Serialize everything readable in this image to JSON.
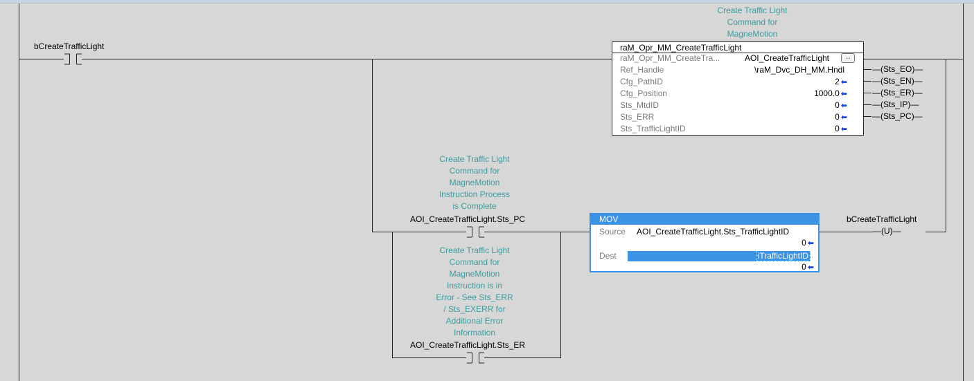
{
  "rung": {
    "contact_main": {
      "tag": "bCreateTrafficLight"
    },
    "aoi": {
      "comment": [
        "Create Traffic Light",
        "Command for",
        "MagneMotion"
      ],
      "instruction": "raM_Opr_MM_CreateTrafficLight",
      "rows": [
        {
          "label": "raM_Opr_MM_CreateTra...",
          "value": "AOI_CreateTrafficLight",
          "arrow": ""
        },
        {
          "label": "Ref_Handle",
          "value": "\\raM_Dvc_DH_MM.Hndl",
          "arrow": ""
        },
        {
          "label": "Cfg_PathID",
          "value": "2",
          "arrow": "⬅"
        },
        {
          "label": "Cfg_Position",
          "value": "1000.0",
          "arrow": "⬅"
        },
        {
          "label": "Sts_MtdID",
          "value": "0",
          "arrow": "⬅"
        },
        {
          "label": "Sts_ERR",
          "value": "0",
          "arrow": "⬅"
        },
        {
          "label": "Sts_TrafficLightID",
          "value": "0",
          "arrow": "⬅"
        }
      ],
      "ellipsis": "...",
      "outputs": [
        "Sts_EO",
        "Sts_EN",
        "Sts_ER",
        "Sts_IP",
        "Sts_PC"
      ]
    },
    "branch_pc": {
      "comment": [
        "Create Traffic Light",
        "Command for",
        "MagneMotion",
        "Instruction Process",
        "is Complete"
      ],
      "tag": "AOI_CreateTrafficLight.Sts_PC"
    },
    "branch_er": {
      "comment": [
        "Create Traffic Light",
        "Command for",
        "MagneMotion",
        "Instruction is in",
        "Error - See Sts_ERR",
        "/ Sts_EXERR for",
        "Additional Error",
        "Information"
      ],
      "tag": "AOI_CreateTrafficLight.Sts_ER"
    },
    "mov": {
      "title": "MOV",
      "source_label": "Source",
      "source_tag": "AOI_CreateTrafficLight.Sts_TrafficLightID",
      "source_value": "0",
      "dest_label": "Dest",
      "dest_tag": "iTrafficLightID",
      "dest_value": "0",
      "arrow": "⬅"
    },
    "coil_unlatch": {
      "tag": "bCreateTrafficLight",
      "symbol": "U"
    }
  }
}
